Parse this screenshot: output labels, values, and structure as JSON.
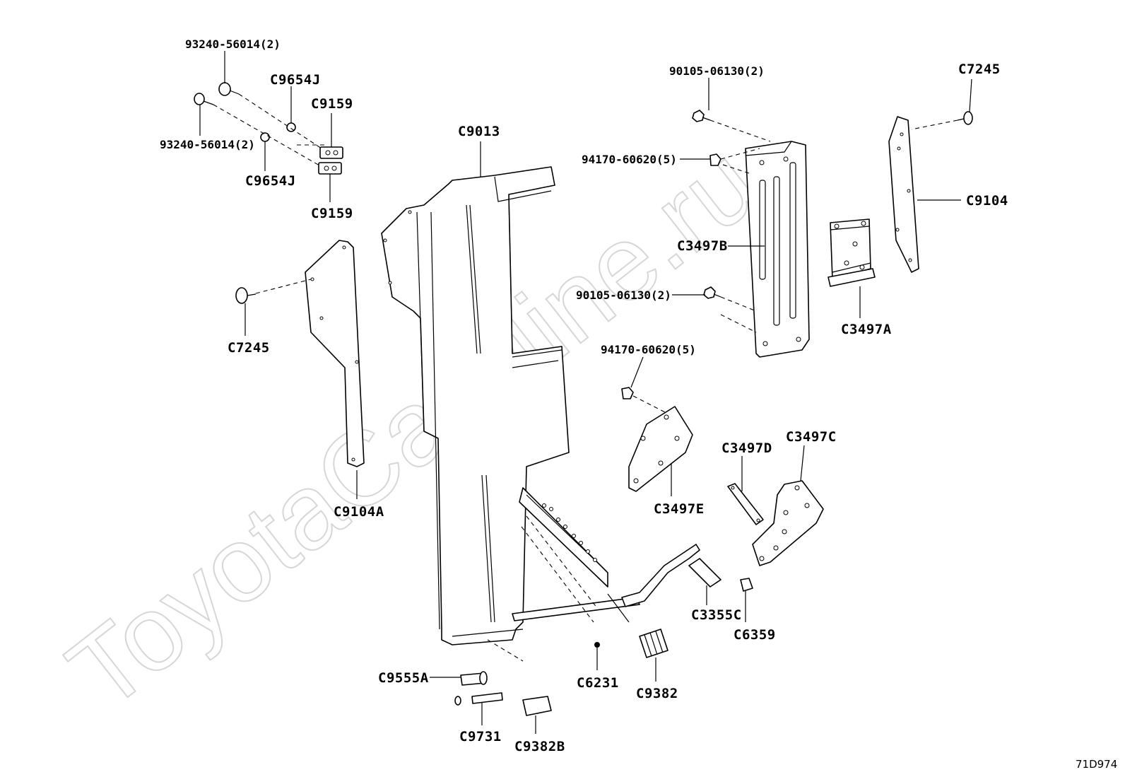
{
  "watermark": "ToyotaCarMine.ru",
  "diagram_code": "71D974",
  "callouts": {
    "p93240_top": "93240-56014(2)",
    "p93240_bottom": "93240-56014(2)",
    "c9654j_top": "C9654J",
    "c9654j_bottom": "C9654J",
    "c9159_top": "C9159",
    "c9159_bottom": "C9159",
    "c9013": "C9013",
    "c7245_left": "C7245",
    "c9104a": "C9104A",
    "p90105_top": "90105-06130(2)",
    "p94170_top": "94170-60620(5)",
    "c3497b": "C3497B",
    "p90105_mid": "90105-06130(2)",
    "c7245_right": "C7245",
    "c9104": "C9104",
    "c3497a": "C3497A",
    "p94170_mid": "94170-60620(5)",
    "c3497e": "C3497E",
    "c3497d": "C3497D",
    "c3497c": "C3497C",
    "c3355c": "C3355C",
    "c6359": "C6359",
    "c6231": "C6231",
    "c9382": "C9382",
    "c9555a": "C9555A",
    "c9731": "C9731",
    "c9382b": "C9382B"
  }
}
